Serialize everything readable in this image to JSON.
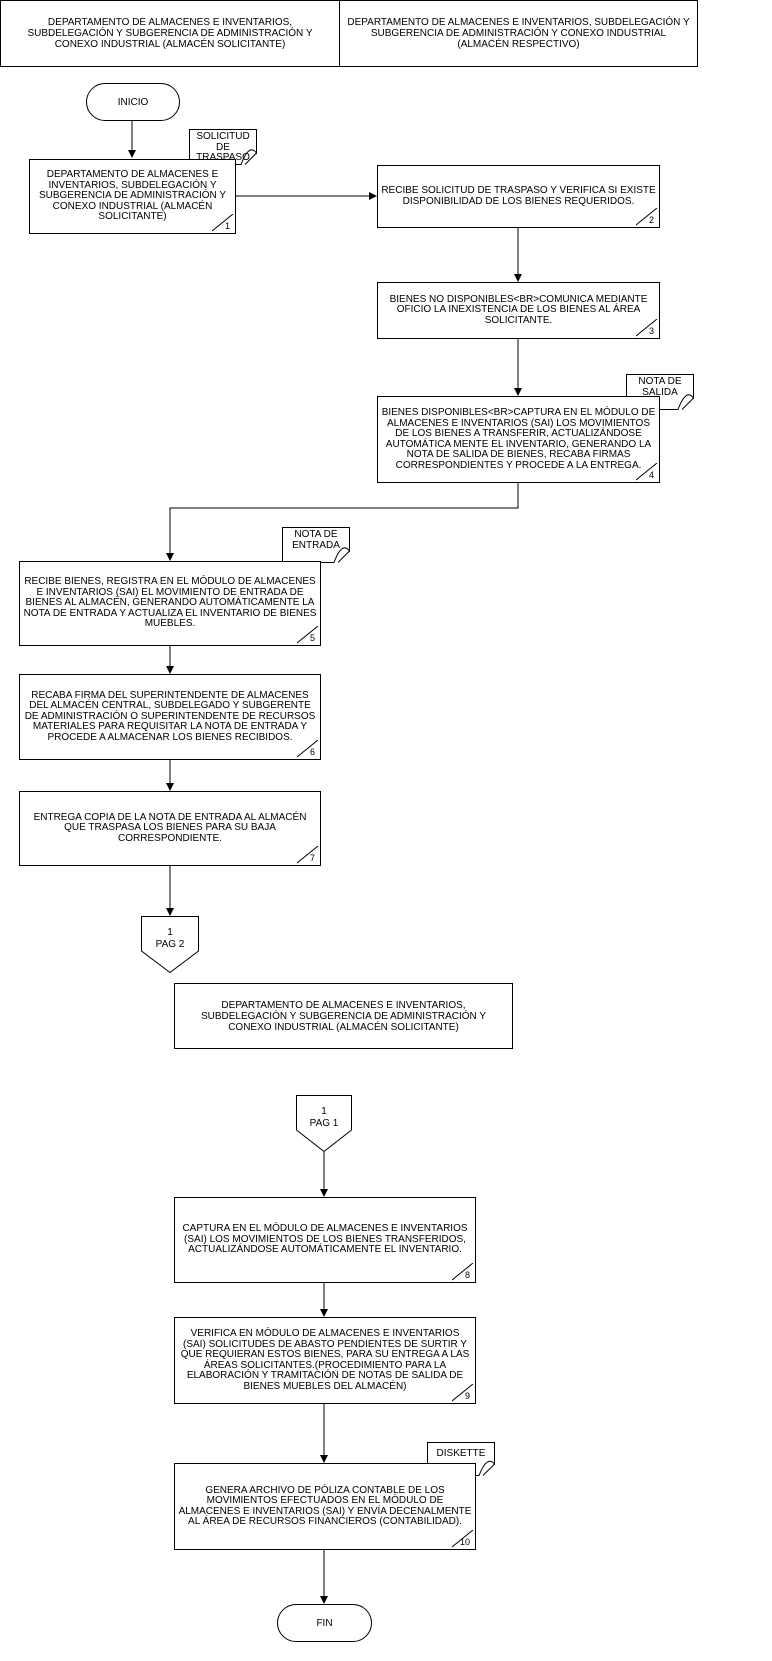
{
  "page1": {
    "lane_left": "DEPARTAMENTO DE ALMACENES E INVENTARIOS, SUBDELEGACIÓN Y SUBGERENCIA DE ADMINISTRACIÓN Y CONEXO INDUSTRIAL (ALMACÉN SOLICITANTE)",
    "lane_right": "DEPARTAMENTO DE ALMACENES E INVENTARIOS, SUBDELEGACIÓN Y SUBGERENCIA DE ADMINISTRACIÓN Y CONEXO INDUSTRIAL (ALMACÉN RESPECTIVO)",
    "start": "INICIO",
    "doc1": "SOLICITUD DE TRASPASO",
    "step1": "DEPARTAMENTO DE ALMACENES E INVENTARIOS, SUBDELEGACIÓN Y SUBGERENCIA DE ADMINISTRACIÓN Y CONEXO INDUSTRIAL (ALMACÉN SOLICITANTE)",
    "step1_num": "1",
    "step2": "RECIBE SOLICITUD DE TRASPASO Y VERIFICA SI EXISTE DISPONIBILIDAD DE LOS BIENES REQUERIDOS.",
    "step2_num": "2",
    "step3": "BIENES NO DISPONIBLES<BR>COMUNICA MEDIANTE OFICIO LA INEXISTENCIA DE LOS BIENES AL ÁREA SOLICITANTE.",
    "step3_num": "3",
    "doc4": "NOTA DE SALIDA",
    "step4": "BIENES DISPONIBLES<BR>CAPTURA EN EL MÓDULO DE ALMACENES E INVENTARIOS (SAI) LOS MOVIMIENTOS DE LOS BIENES A TRANSFERIR, ACTUALIZÁNDOSE AUTOMÁTICA MENTE EL INVENTARIO, GENERANDO LA NOTA DE SALIDA DE BIENES, RECABA FIRMAS CORRESPONDIENTES Y PROCEDE A LA ENTREGA.",
    "step4_num": "4",
    "doc5": "NOTA DE ENTRADA",
    "step5": "RECIBE BIENES, REGISTRA EN EL MÓDULO DE ALMACENES E INVENTARIOS (SAI) EL MOVIMIENTO DE ENTRADA DE BIENES AL ALMACÉN, GENERANDO AUTOMÁTICAMENTE LA NOTA DE ENTRADA Y ACTUALIZA EL INVENTARIO DE BIENES MUEBLES.",
    "step5_num": "5",
    "step6": "RECABA FIRMA DEL SUPERINTENDENTE DE ALMACENES DEL ALMACÉN CENTRAL, SUBDELEGADO Y SUBGERENTE DE ADMINISTRACIÓN O SUPERINTENDENTE DE RECURSOS MATERIALES PARA REQUISITAR LA NOTA DE ENTRADA Y PROCEDE A ALMACENAR LOS BIENES RECIBIDOS.",
    "step6_num": "6",
    "step7": "ENTREGA COPIA DE LA NOTA DE ENTRADA AL ALMACÉN QUE TRASPASA LOS BIENES PARA SU BAJA CORRESPONDIENTE.",
    "step7_num": "7",
    "conn_num": "1",
    "conn_page": "PAG 2"
  },
  "page2": {
    "lane": "DEPARTAMENTO DE ALMACENES E INVENTARIOS, SUBDELEGACIÓN Y SUBGERENCIA DE ADMINISTRACIÓN Y CONEXO INDUSTRIAL (ALMACÉN SOLICITANTE)",
    "conn_num": "1",
    "conn_page": "PAG 1",
    "step8": "CAPTURA EN EL MÓDULO DE ALMACENES E INVENTARIOS (SAI) LOS MOVIMIENTOS DE LOS BIENES TRANSFERIDOS, ACTUALIZÁNDOSE AUTOMÁTICAMENTE EL INVENTARIO.",
    "step8_num": "8",
    "step9": "VERIFICA EN MÓDULO DE ALMACENES E INVENTARIOS (SAI) SOLICITUDES DE ABASTO PENDIENTES DE SURTIR Y QUE REQUIERAN ESTOS BIENES, PARA SU ENTREGA A LAS ÁREAS SOLICITANTES.(PROCEDIMIENTO PARA LA ELABORACIÓN Y TRAMITACIÓN DE NOTAS DE SALIDA DE BIENES MUEBLES DEL ALMACÉN)",
    "step9_num": "9",
    "doc10": "DISKETTE",
    "step10": "GENERA ARCHIVO DE PÓLIZA CONTABLE DE LOS MOVIMIENTOS EFECTUADOS EN EL MÓDULO DE ALMACENES E INVENTARIOS (SAI) Y ENVÍA DECENALMENTE AL ÁREA DE RECURSOS FINANCIEROS (CONTABILIDAD).",
    "step10_num": "10",
    "end": "FIN"
  }
}
